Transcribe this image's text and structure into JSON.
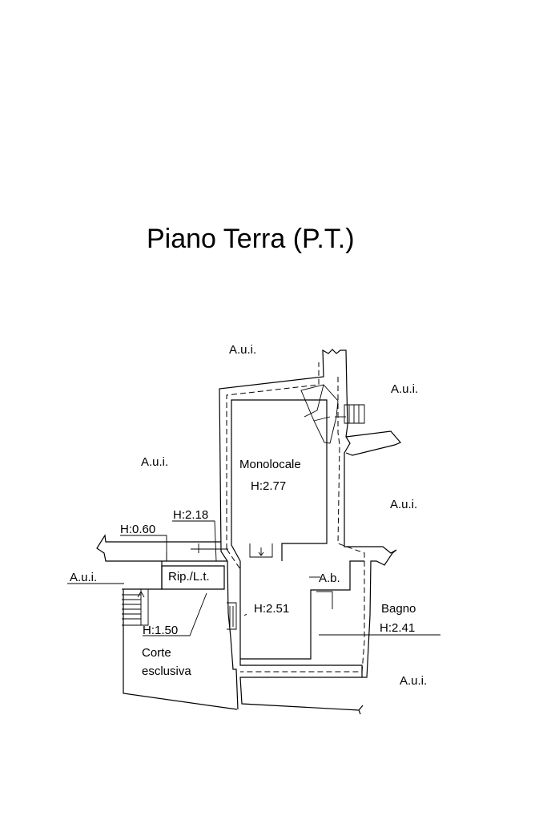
{
  "title": "Piano Terra (P.T.)",
  "labels": {
    "aui_top": "A.u.i.",
    "aui_top_right": "A.u.i.",
    "aui_left": "A.u.i.",
    "aui_right": "A.u.i.",
    "aui_far_left": "A.u.i.",
    "aui_bottom_right": "A.u.i.",
    "monolocale": "Monolocale",
    "monolocale_height": "H:2.77",
    "h_2_18": "H:2.18",
    "h_0_60": "H:0.60",
    "ripostiglio": "Rip./L.t.",
    "antibagno": "A.b.",
    "h_2_51": "H:2.51",
    "bagno": "Bagno",
    "bagno_height": "H:2.41",
    "h_1_50": "H:1.50",
    "corte_line1": "Corte",
    "corte_line2": "esclusiva"
  }
}
